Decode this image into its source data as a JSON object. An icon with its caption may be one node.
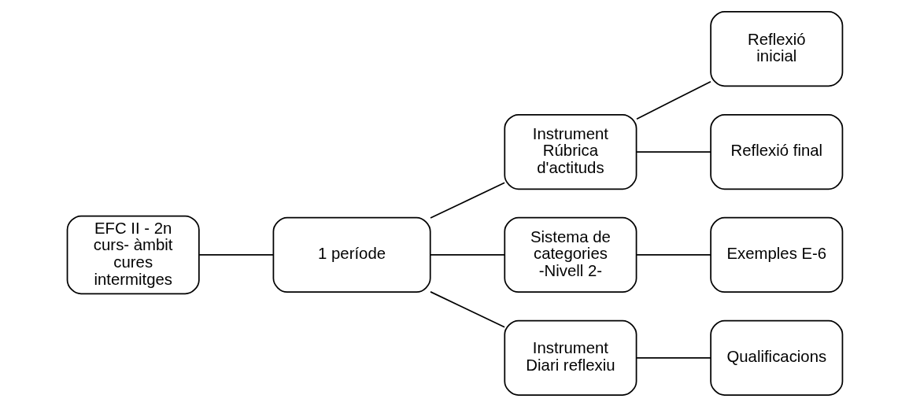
{
  "diagram": {
    "nodes": [
      {
        "text": [
          "EFC II - 2n curs- àmbit cures intermitges"
        ]
      },
      {
        "text": [
          "1 període"
        ]
      },
      {
        "text": [
          "Instrument Rúbrica d'actituds"
        ]
      },
      {
        "text": [
          "Reflexió inicial"
        ]
      },
      {
        "text": [
          "Reflexió final"
        ]
      },
      {
        "text": [
          "Sistema de categories -Nivell 2-"
        ]
      },
      {
        "text": [
          "Exemples E-6"
        ]
      },
      {
        "text": [
          "Instrument Diari reflexiu"
        ]
      },
      {
        "text": [
          "Qualificacions"
        ]
      }
    ],
    "edges": [
      {
        "from": 0,
        "to": 1,
        "arrow": "none"
      },
      {
        "from": 1,
        "to": 2,
        "arrow": "none"
      },
      {
        "from": 1,
        "to": 5,
        "arrow": "none"
      },
      {
        "from": 1,
        "to": 7,
        "arrow": "none"
      },
      {
        "from": 2,
        "to": 3,
        "arrow": "none"
      },
      {
        "from": 2,
        "to": 4,
        "arrow": "none"
      },
      {
        "from": 5,
        "to": 6,
        "arrow": "none"
      },
      {
        "from": 7,
        "to": 8,
        "arrow": "none"
      }
    ]
  }
}
